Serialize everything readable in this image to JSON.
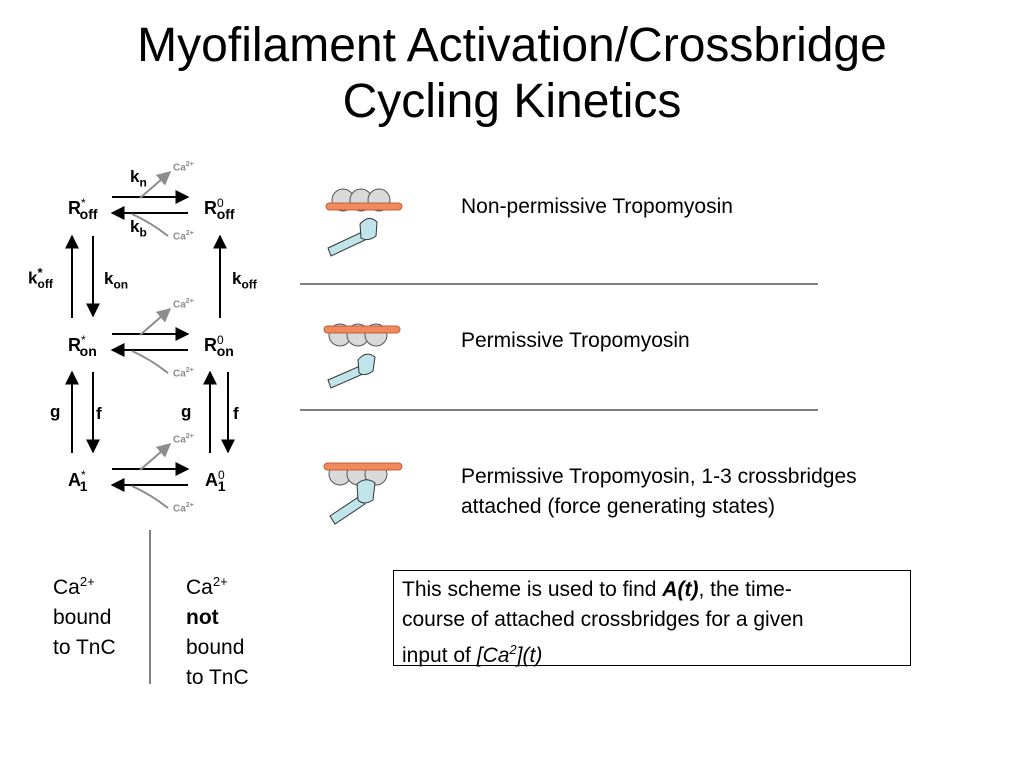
{
  "title_line1": "Myofilament Activation/Crossbridge",
  "title_line2": "Cycling Kinetics",
  "states": {
    "r_off_star": {
      "base": "R",
      "sup": "*",
      "sub": "off"
    },
    "r_off_zero": {
      "base": "R",
      "sup": "0",
      "sub": "off"
    },
    "r_on_star": {
      "base": "R",
      "sup": "*",
      "sub": "on"
    },
    "r_on_zero": {
      "base": "R",
      "sup": "0",
      "sub": "on"
    },
    "a1_star": {
      "base": "A",
      "sup": "*",
      "sub": "1"
    },
    "a1_zero": {
      "base": "A",
      "sup": "0",
      "sub": "1"
    }
  },
  "rates": {
    "kn": {
      "base": "k",
      "sub": "n"
    },
    "kb": {
      "base": "k",
      "sub": "b"
    },
    "koff_star": {
      "base": "k",
      "sup": "*",
      "sub": "off"
    },
    "kon": {
      "base": "k",
      "sub": "on"
    },
    "koff": {
      "base": "k",
      "sub": "off"
    },
    "g": "g",
    "f": "f"
  },
  "calcium": {
    "base": "Ca",
    "sup": "2+"
  },
  "descriptions": {
    "row1": "Non-permissive Tropomyosin",
    "row2": "Permissive Tropomyosin",
    "row3_line1": "Permissive Tropomyosin, 1-3 crossbridges",
    "row3_line2": "attached (force generating states)"
  },
  "legend": {
    "bound_line1": "Ca",
    "bound_sup": "2+",
    "bound_line2": "bound",
    "bound_line3": "to TnC",
    "notbound_line1": "Ca",
    "notbound_sup": "2+",
    "notbound_line2": "not",
    "notbound_line3": "bound",
    "notbound_line4": "to TnC"
  },
  "note": {
    "text1": "This scheme is used to find ",
    "emph1": "A(t)",
    "text2": ", the time-",
    "line2": "course of attached crossbridges for a given",
    "text3": "input of ",
    "emph2_base": "[Ca",
    "emph2_sup": "2",
    "emph2_tail": "](t)"
  },
  "colors": {
    "tropomyosin": "#f08a5d",
    "tropomyosin_edge": "#c0603a",
    "actin": "#d9d9d9",
    "myosin_head": "#bfe5ea",
    "calcium_arrow": "#8c8c8c"
  }
}
